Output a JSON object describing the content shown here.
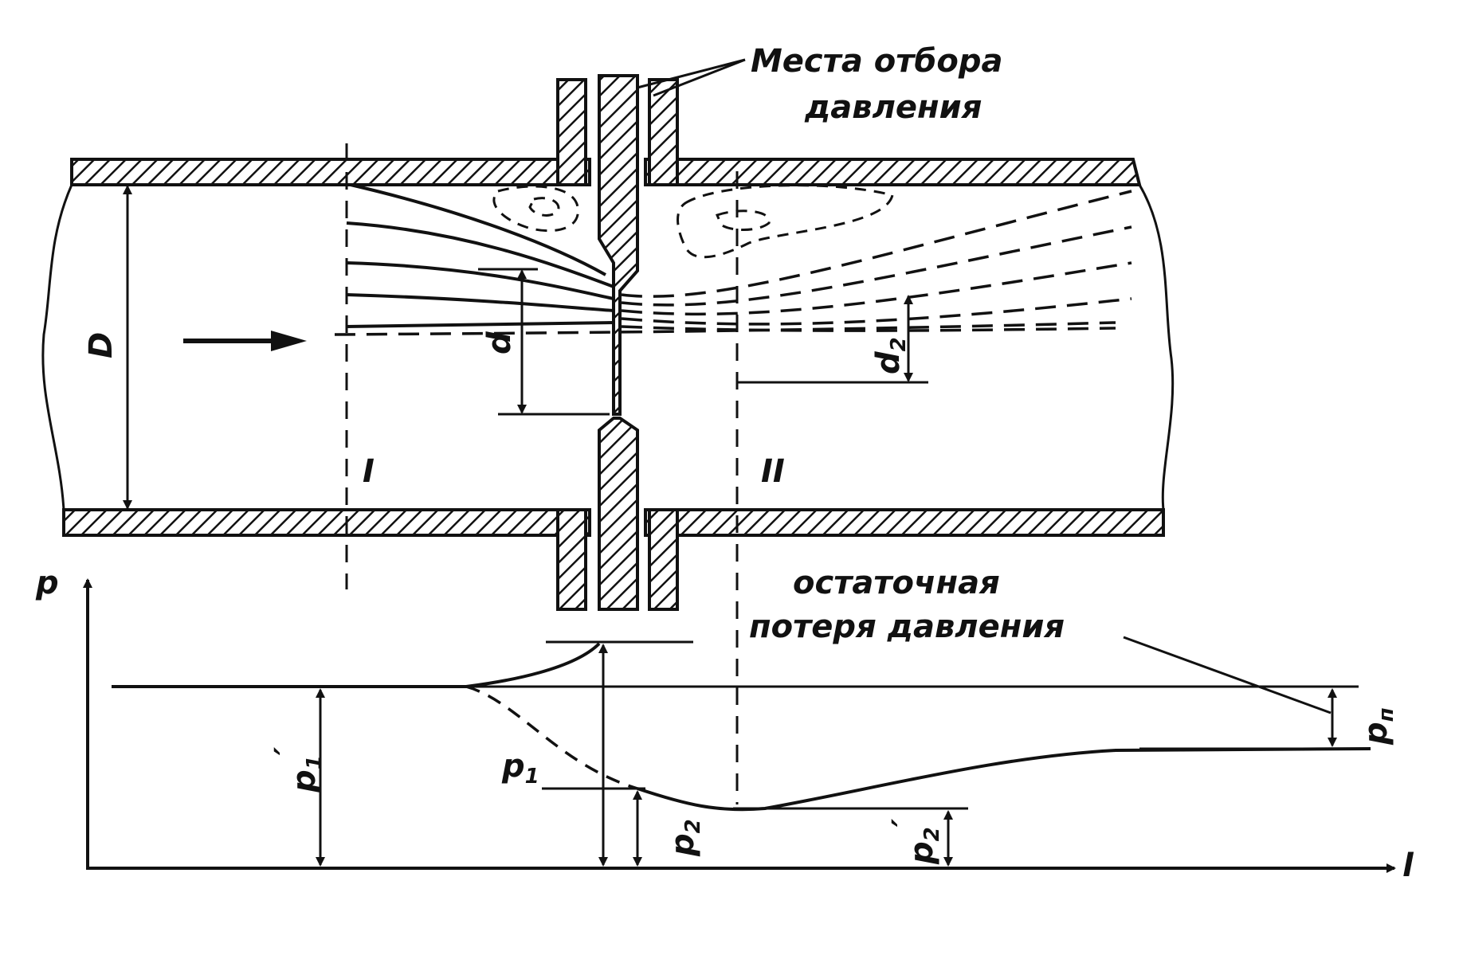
{
  "colors": {
    "ink": "#111111",
    "paper": "#ffffff"
  },
  "labels": {
    "pressure_taps_line1": "Места отбора",
    "pressure_taps_line2": "давления",
    "residual_loss_line1": "остаточная",
    "residual_loss_line2": "потеря давления",
    "D": "D",
    "d": "d",
    "d2": "d",
    "d2_sub": "2",
    "section_1": "I",
    "section_2": "II",
    "p_axis": "p",
    "l_axis": "l",
    "p1_prime": "p",
    "p1_prime_sub": "1",
    "p1_prime_mark": "′",
    "p1": "p",
    "p1_sub": "1",
    "p2": "p",
    "p2_sub": "2",
    "p2_prime": "p",
    "p2_prime_sub": "2",
    "p2_prime_mark": "′",
    "pn": "p",
    "pn_sub": "п"
  },
  "icons": {
    "hatch": "diagonal-hatch-pattern",
    "flow_arrow": "arrow-right-icon"
  }
}
